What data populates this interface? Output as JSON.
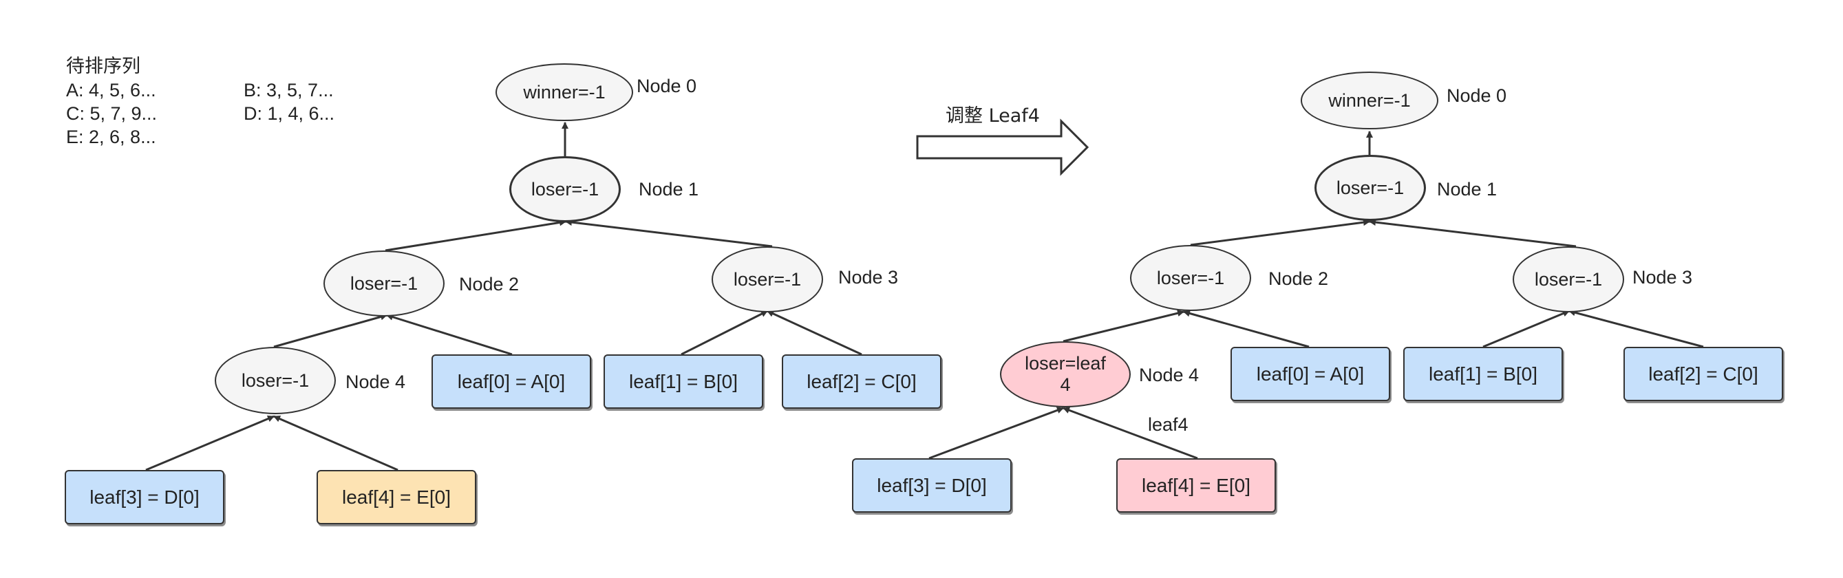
{
  "legend": {
    "title": "待排序列",
    "rows": [
      [
        "A: 4, 5, 6...",
        "B: 3, 5, 7..."
      ],
      [
        "C: 5, 7, 9...",
        "D: 1, 4, 6..."
      ],
      [
        "E: 2, 6, 8...",
        ""
      ]
    ]
  },
  "step_label": "调整 Leaf4",
  "left_tree": {
    "node0": {
      "text": "winner=-1",
      "label": "Node 0"
    },
    "node1": {
      "text": "loser=-1",
      "label": "Node 1"
    },
    "node2": {
      "text": "loser=-1",
      "label": "Node 2"
    },
    "node3": {
      "text": "loser=-1",
      "label": "Node 3"
    },
    "node4": {
      "text": "loser=-1",
      "label": "Node 4"
    },
    "leaves": [
      "leaf[0] = A[0]",
      "leaf[1] = B[0]",
      "leaf[2] = C[0]",
      "leaf[3] = D[0]",
      "leaf[4] = E[0]"
    ]
  },
  "right_tree": {
    "node0": {
      "text": "winner=-1",
      "label": "Node 0"
    },
    "node1": {
      "text": "loser=-1",
      "label": "Node 1"
    },
    "node2": {
      "text": "loser=-1",
      "label": "Node 2"
    },
    "node3": {
      "text": "loser=-1",
      "label": "Node 3"
    },
    "node4": {
      "text": "loser=leaf 4",
      "label": "Node 4"
    },
    "edge_label": "leaf4",
    "leaves": [
      "leaf[0] = A[0]",
      "leaf[1] = B[0]",
      "leaf[2] = C[0]",
      "leaf[3] = D[0]",
      "leaf[4] = E[0]"
    ]
  },
  "colors": {
    "node_fill": "#f5f5f5",
    "leaf_blue": "#c6e0fb",
    "leaf_orange": "#fde3b3",
    "highlight_pink": "#ffccd3",
    "stroke": "#333333"
  }
}
